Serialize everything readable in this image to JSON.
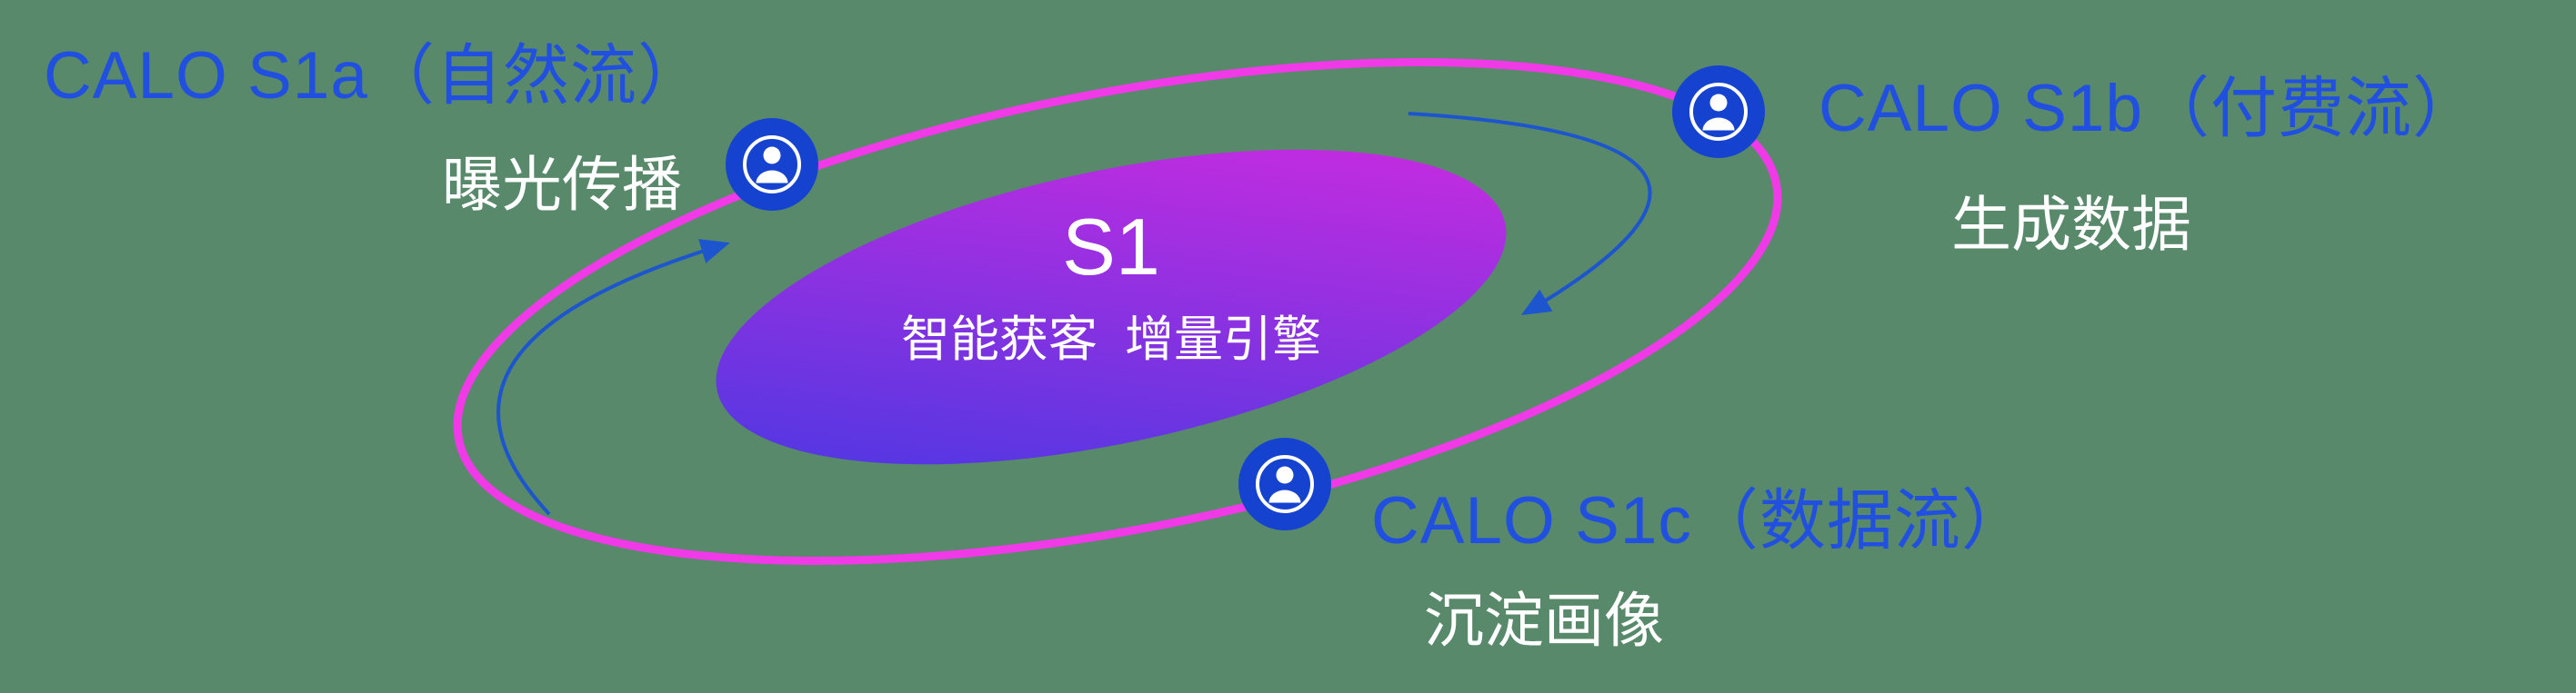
{
  "canvas": {
    "background": "#57896a"
  },
  "core": {
    "title": "S1",
    "subtitle": "智能获客  增量引擎",
    "gradient_from": "#4139e2",
    "gradient_to": "#d62ae0"
  },
  "orbit": {
    "ring_color": "#f03ae8",
    "arrow_color": "#1d55cf"
  },
  "labels": {
    "s1a": {
      "title": "CALO S1a（自然流）",
      "subtitle": "曝光传播"
    },
    "s1b": {
      "title": "CALO S1b（付费流）",
      "subtitle": "生成数据"
    },
    "s1c": {
      "title": "CALO S1c（数据流）",
      "subtitle": "沉淀画像"
    }
  },
  "colors": {
    "heading_blue": "#2150e0",
    "icon_blue": "#1543d0",
    "text_white": "#ffffff"
  },
  "icons": {
    "node_icon": "user-icon"
  }
}
